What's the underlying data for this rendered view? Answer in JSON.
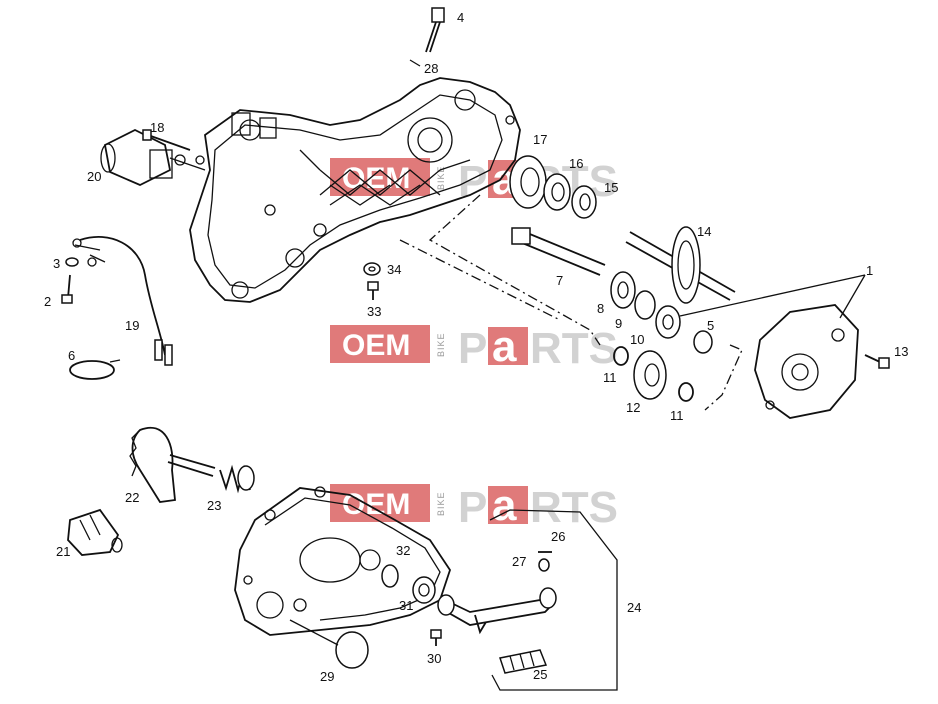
{
  "watermark": {
    "oem": "OEM",
    "bike": "BIKE",
    "p": "P",
    "a": "a",
    "rts": "RTS"
  },
  "callouts": [
    "1",
    "2",
    "3",
    "4",
    "5",
    "6",
    "7",
    "8",
    "9",
    "10",
    "11",
    "11",
    "12",
    "13",
    "14",
    "15",
    "16",
    "17",
    "18",
    "19",
    "20",
    "21",
    "22",
    "23",
    "24",
    "25",
    "26",
    "27",
    "28",
    "29",
    "30",
    "31",
    "32",
    "33",
    "34"
  ]
}
